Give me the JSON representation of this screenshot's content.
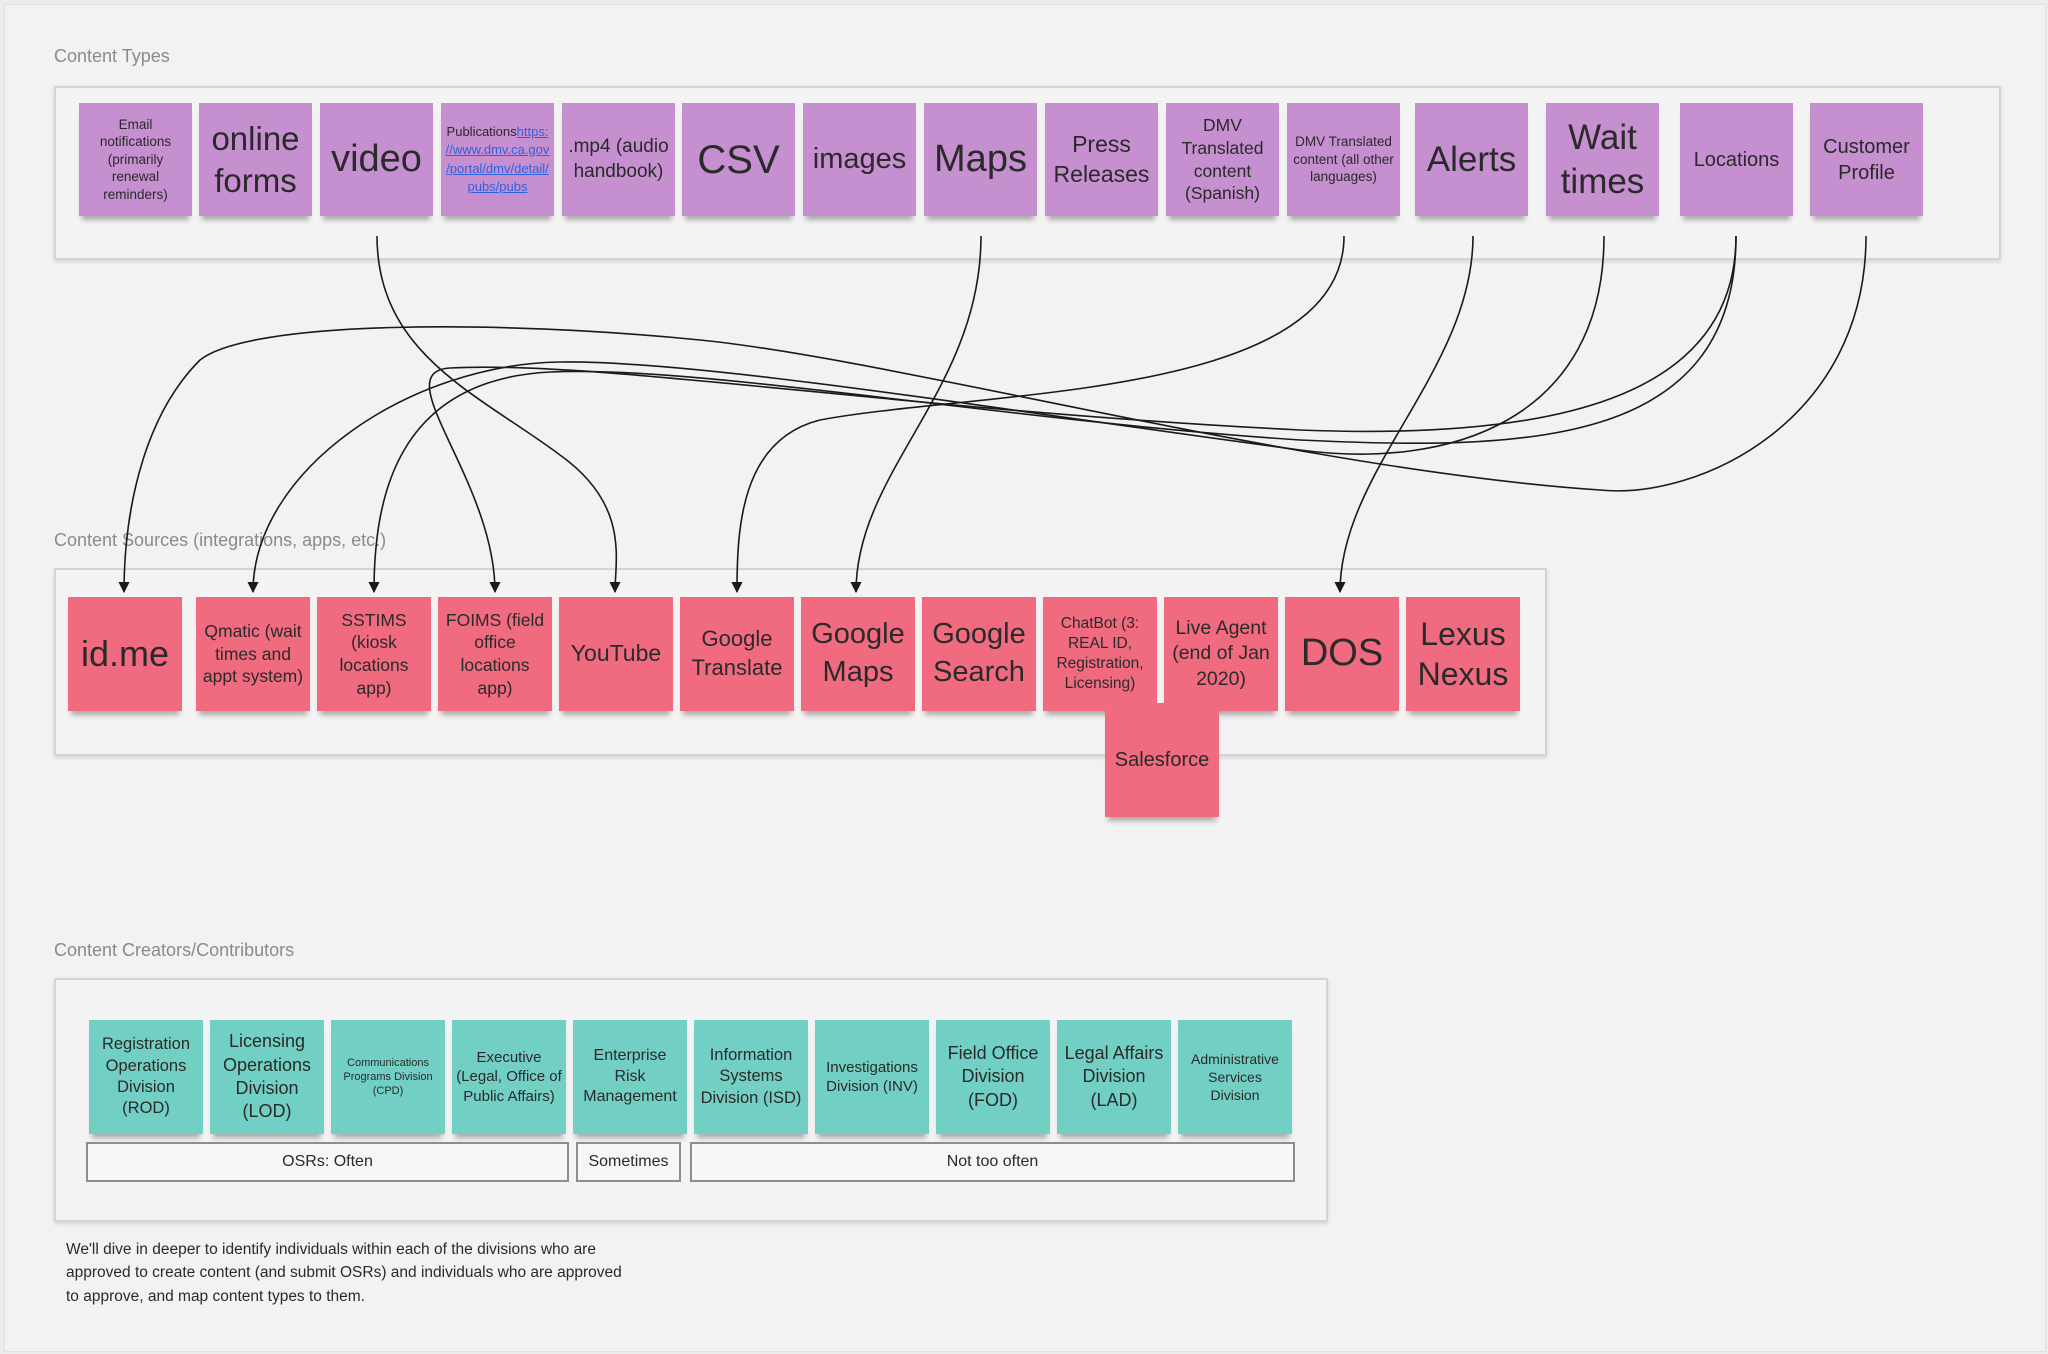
{
  "sections": {
    "content_types": "Content Types",
    "content_sources": "Content Sources (integrations, apps, etc.)",
    "content_creators": "Content Creators/Contributors"
  },
  "content_types": [
    {
      "id": "email",
      "label": "Email notifications (primarily renewal reminders)"
    },
    {
      "id": "online-forms",
      "label": "online forms"
    },
    {
      "id": "video",
      "label": "video"
    },
    {
      "id": "publications",
      "label": "Publications",
      "link": "https://www.dmv.ca.gov/portal/dmv/detail/pubs/pubs"
    },
    {
      "id": "mp4",
      "label": ".mp4 (audio handbook)"
    },
    {
      "id": "csv",
      "label": "CSV"
    },
    {
      "id": "images",
      "label": "images"
    },
    {
      "id": "maps",
      "label": "Maps"
    },
    {
      "id": "press-releases",
      "label": "Press Releases"
    },
    {
      "id": "dmv-spanish",
      "label": "DMV Translated content (Spanish)"
    },
    {
      "id": "dmv-other-languages",
      "label": "DMV Translated content (all other languages)"
    },
    {
      "id": "alerts",
      "label": "Alerts"
    },
    {
      "id": "wait-times",
      "label": "Wait times"
    },
    {
      "id": "locations",
      "label": "Locations"
    },
    {
      "id": "customer-profile",
      "label": "Customer Profile"
    }
  ],
  "content_sources": [
    {
      "id": "idme",
      "label": "id.me"
    },
    {
      "id": "qmatic",
      "label": "Qmatic (wait times and appt system)"
    },
    {
      "id": "sstims",
      "label": "SSTIMS (kiosk locations app)"
    },
    {
      "id": "foims",
      "label": "FOIMS (field office locations app)"
    },
    {
      "id": "youtube",
      "label": "YouTube"
    },
    {
      "id": "google-translate",
      "label": "Google Translate"
    },
    {
      "id": "google-maps",
      "label": "Google Maps"
    },
    {
      "id": "google-search",
      "label": "Google Search"
    },
    {
      "id": "chatbot",
      "label": "ChatBot (3: REAL ID, Registration, Licensing)"
    },
    {
      "id": "live-agent",
      "label": "Live Agent (end of Jan 2020)"
    },
    {
      "id": "dos",
      "label": "DOS"
    },
    {
      "id": "lexus-nexus",
      "label": "Lexus Nexus"
    },
    {
      "id": "salesforce",
      "label": "Salesforce"
    }
  ],
  "content_creators": [
    {
      "id": "rod",
      "label": "Registration Operations Division (ROD)"
    },
    {
      "id": "lod",
      "label": "Licensing Operations Division (LOD)"
    },
    {
      "id": "cpd",
      "label": "Communications Programs Division (CPD)"
    },
    {
      "id": "exec",
      "label": "Executive (Legal, Office of Public Affairs)"
    },
    {
      "id": "erm",
      "label": "Enterprise Risk Management"
    },
    {
      "id": "isd",
      "label": "Information Systems Division (ISD)"
    },
    {
      "id": "inv",
      "label": "Investigations Division (INV)"
    },
    {
      "id": "fod",
      "label": "Field Office Division (FOD)"
    },
    {
      "id": "lad",
      "label": "Legal Affairs Division (LAD)"
    },
    {
      "id": "asd",
      "label": "Administrative Services Division"
    }
  ],
  "frequency_groups": [
    {
      "id": "often",
      "label": "OSRs: Often"
    },
    {
      "id": "sometimes",
      "label": "Sometimes"
    },
    {
      "id": "not-too-often",
      "label": "Not too often"
    }
  ],
  "connections": [
    {
      "from": "video",
      "to": "youtube"
    },
    {
      "from": "maps",
      "to": "google-maps"
    },
    {
      "from": "dmv-other-languages",
      "to": "google-translate"
    },
    {
      "from": "alerts",
      "to": "dos"
    },
    {
      "from": "wait-times",
      "to": "qmatic"
    },
    {
      "from": "locations",
      "to": "sstims"
    },
    {
      "from": "locations",
      "to": "foims"
    },
    {
      "from": "customer-profile",
      "to": "idme"
    }
  ],
  "note": "We'll dive in deeper to identify individuals within each of the divisions who are approved to create content (and submit OSRs) and individuals who are approved to approve, and map  content types to them.",
  "colors": {
    "content_type_sticky": "#c58fd0",
    "content_source_sticky": "#f06b7f",
    "creator_sticky": "#72cfc3",
    "connector": "#1a1a1a"
  }
}
